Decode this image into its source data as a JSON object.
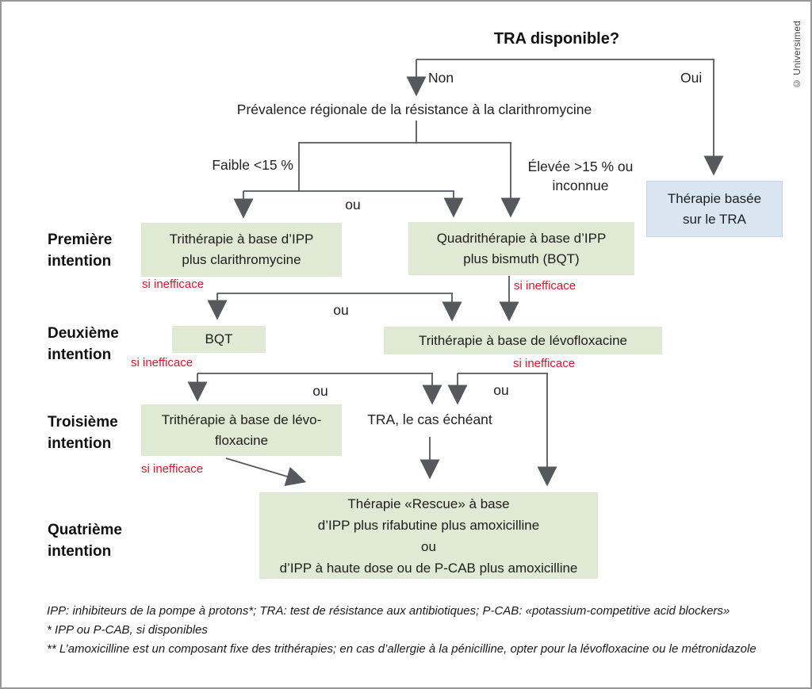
{
  "credit": "© Universimed",
  "title": "TRA disponible?",
  "labels": {
    "non": "Non",
    "oui": "Oui",
    "ou": "ou",
    "si_inefficace": "si inefficace",
    "prevalence": "Prévalence régionale de la résistance à la clarithromycine",
    "faible": "Faible <15 %",
    "elevee_line1": "Élevée >15 % ou",
    "elevee_line2": "inconnue"
  },
  "stages": [
    {
      "label": "Première intention"
    },
    {
      "label": "Deuxième intention"
    },
    {
      "label": "Troisième intention"
    },
    {
      "label": "Quatrième intention"
    }
  ],
  "nodes": {
    "tra_therapy": {
      "lines": [
        "Thérapie basée",
        "sur le TRA"
      ]
    },
    "first_left": {
      "lines": [
        "Trithérapie à base d’IPP",
        "plus clarithromycine"
      ]
    },
    "first_right": {
      "lines": [
        "Quadrithérapie à base d’IPP",
        "plus bismuth (BQT)"
      ]
    },
    "second_left": {
      "lines": [
        "BQT"
      ]
    },
    "second_right": {
      "lines": [
        "Trithérapie à base de lévofloxacine"
      ]
    },
    "third_left": {
      "lines": [
        "Trithérapie à base de lévo-",
        "floxacine"
      ]
    },
    "third_mid_text": "TRA, le cas échéant",
    "fourth": {
      "lines": [
        "Thérapie «Rescue» à base",
        "d’IPP plus rifabutine plus amoxicilline",
        "ou",
        "d’IPP à haute dose ou de P-CAB plus amoxicilline"
      ]
    }
  },
  "colors": {
    "node_green": "#e0e9d3",
    "node_blue": "#d9e5f1",
    "warning_red": "#e2132b",
    "line_gray": "#55585c"
  },
  "footnotes": [
    "IPP: inhibiteurs de la pompe à protons*; TRA: test de résistance aux antibiotiques; P-CAB: «potassium-competitive acid blockers»",
    "* IPP ou P-CAB, si disponibles",
    "** L’amoxicilline est un composant fixe des trithérapies; en cas d’allergie à la pénicilline, opter pour la lévofloxacine ou le métronidazole"
  ]
}
